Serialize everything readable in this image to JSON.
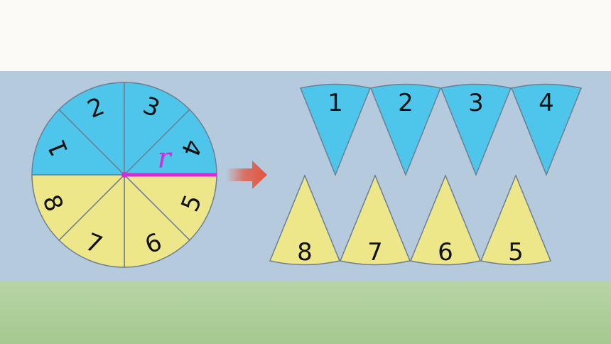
{
  "colors": {
    "top_band": "#fbfaf7",
    "mid_band": "#b6cade",
    "bottom_band": "#aacd94",
    "blue_sector": "#4ec5ea",
    "yellow_sector": "#eee789",
    "outline": "#6d7e92",
    "radius_line": "#d32cd6",
    "arrow": "#e5533d"
  },
  "circle": {
    "sector_labels": [
      "1",
      "2",
      "3",
      "4",
      "5",
      "6",
      "7",
      "8"
    ],
    "radius_label": "r"
  },
  "arrow": {
    "icon": "right-arrow-icon"
  },
  "top_row": {
    "labels": [
      "1",
      "2",
      "3",
      "4"
    ]
  },
  "bottom_row": {
    "labels": [
      "8",
      "7",
      "6",
      "5"
    ]
  }
}
